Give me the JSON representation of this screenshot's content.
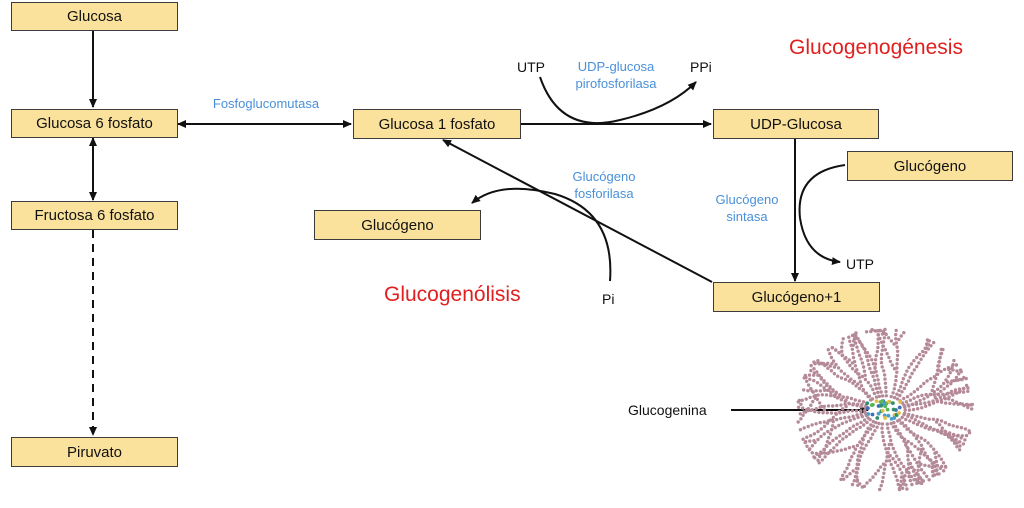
{
  "nodes": {
    "glucosa": "Glucosa",
    "glucosa6": "Glucosa 6 fosfato",
    "fructosa6": "Fructosa 6 fosfato",
    "piruvato": "Piruvato",
    "glucosa1": "Glucosa 1 fosfato",
    "udp_glucosa": "UDP-Glucosa",
    "glucogeno_right": "Glucógeno",
    "glucogeno_left": "Glucógeno",
    "glucogeno_plus1": "Glucógeno+1"
  },
  "enzymes": {
    "fosfoglucomutasa": "Fosfoglucomutasa",
    "udp_pirofosforilasa_1": "UDP-glucosa",
    "udp_pirofosforilasa_2": "pirofosforilasa",
    "fosforilasa_1": "Glucógeno",
    "fosforilasa_2": "fosforilasa",
    "sintasa_1": "Glucógeno",
    "sintasa_2": "sintasa"
  },
  "molecules": {
    "utp_top": "UTP",
    "ppi": "PPi",
    "utp_right": "UTP",
    "pi": "Pi",
    "glucogenina": "Glucogenina"
  },
  "titles": {
    "glucogenogenesis": "Glucogenogénesis",
    "glucogenolisis": "Glucogenólisis"
  },
  "colors": {
    "box_fill": "#fbe29c",
    "enzyme_label": "#4a90d9",
    "title_red": "#e02020"
  }
}
